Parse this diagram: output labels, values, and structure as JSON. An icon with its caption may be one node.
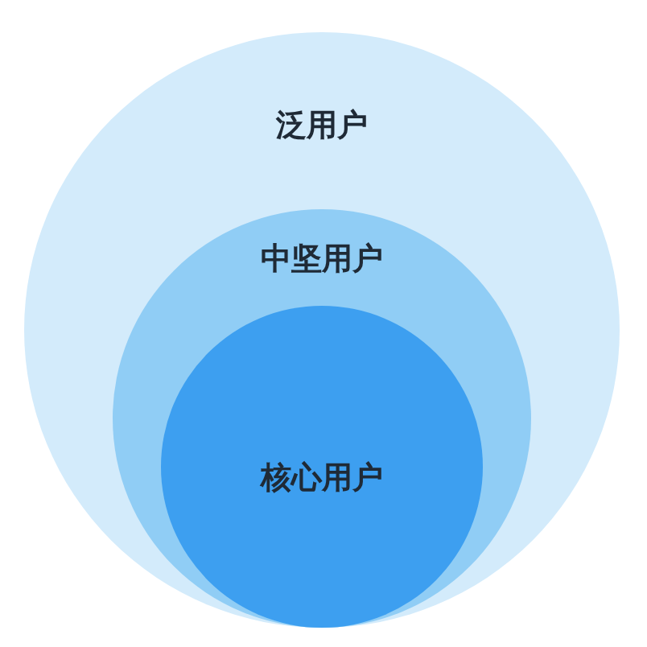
{
  "diagram": {
    "nodes": [
      {
        "text": [
          "泛用户"
        ]
      },
      {
        "text": [
          "中坚用户"
        ],
        "in": 0
      },
      {
        "text": [
          "核心用户"
        ],
        "in": 1
      }
    ]
  }
}
